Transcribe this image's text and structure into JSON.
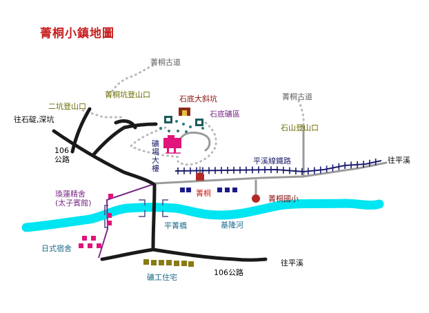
{
  "title": "菁桐小鎮地圖",
  "colors": {
    "title": "#c81e1e",
    "road": "#1a1a1a",
    "minor_road": "#999999",
    "trail": "#b4b4b4",
    "rail": "#1a1a6e",
    "river": "#00e5f2",
    "bridge": "#4a4a8a",
    "purple_path": "#7a2a86",
    "pink_building": "#e0147a",
    "navy_building": "#1a1a8a",
    "olive_building": "#8a7a14",
    "station": "#b42828",
    "label_black": "#000000",
    "label_olive": "#6a6a00",
    "label_dark_red": "#8a1010",
    "label_red": "#c81e1e",
    "label_navy": "#20206e",
    "label_purple": "#7a2a86",
    "label_teal": "#1a6a8a",
    "label_gray": "#606060"
  },
  "labels": [
    {
      "id": "trail-top",
      "text": "菁桐古道"
    },
    {
      "id": "jingtong-trailhead",
      "text": "菁桐坑登山口"
    },
    {
      "id": "erkeng-trailhead",
      "text": "二坑登山口"
    },
    {
      "id": "to-shiding",
      "text": "往石碇,深坑"
    },
    {
      "id": "shidi-incline",
      "text": "石底大斜坑"
    },
    {
      "id": "shidi-mine",
      "text": "石底礦區"
    },
    {
      "id": "trail-right",
      "text": "菁桐古道"
    },
    {
      "id": "shishan-trailhead",
      "text": "石山登山口"
    },
    {
      "id": "kuangchang-building",
      "text": "礦場大樓"
    },
    {
      "id": "pingxi-line",
      "text": "平溪線鐵路"
    },
    {
      "id": "to-pingxi-top",
      "text": "往平溪"
    },
    {
      "id": "road-106-left",
      "text": "106\n公路"
    },
    {
      "id": "jingtong-station",
      "text": "菁桐"
    },
    {
      "id": "jingtong-school",
      "text": "菁桐國小"
    },
    {
      "id": "jinglian-lodge",
      "text": "瑍蓮精舍\n(太子賓館)"
    },
    {
      "id": "pingjing-bridge",
      "text": "平菁橋"
    },
    {
      "id": "keelung-river",
      "text": "基隆河"
    },
    {
      "id": "japanese-dorm",
      "text": "日式宿舍"
    },
    {
      "id": "to-pingxi-bottom",
      "text": "往平溪"
    },
    {
      "id": "road-106-bottom",
      "text": "106公路"
    },
    {
      "id": "miner-housing",
      "text": "礦工住宅"
    }
  ]
}
